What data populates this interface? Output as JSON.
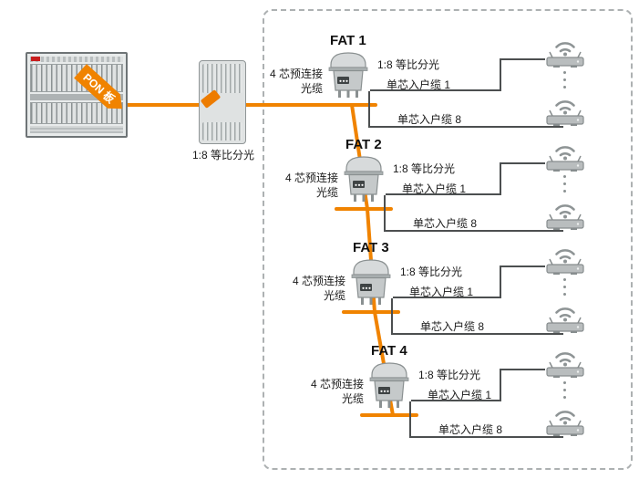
{
  "colors": {
    "accent": "#F08300",
    "line": "#4c4f50",
    "device_gray": "#c5c9ca"
  },
  "icons": {
    "olt": "olt-chassis-icon",
    "pon_flag": "pon-board-flag",
    "splitter": "splitter-cabinet-icon",
    "fat": "fat-terminal-icon",
    "router": "wifi-router-icon",
    "ellipsis": "vertical-ellipsis-dots"
  },
  "olt": {
    "pon_board_label": "PON 板"
  },
  "splitter": {
    "label": "1:8 等比分光"
  },
  "fat_groups": [
    {
      "title": "FAT 1",
      "feeder_label": "4 芯预连接光缆",
      "split_label": "1:8 等比分光",
      "drop_top_label": "单芯入户缆 1",
      "drop_bottom_label": "单芯入户缆 8"
    },
    {
      "title": "FAT 2",
      "feeder_label": "4 芯预连接光缆",
      "split_label": "1:8 等比分光",
      "drop_top_label": "单芯入户缆 1",
      "drop_bottom_label": "单芯入户缆 8"
    },
    {
      "title": "FAT 3",
      "feeder_label": "4 芯预连接光缆",
      "split_label": "1:8 等比分光",
      "drop_top_label": "单芯入户缆 1",
      "drop_bottom_label": "单芯入户缆 8"
    },
    {
      "title": "FAT 4",
      "feeder_label": "4 芯预连接光缆",
      "split_label": "1:8 等比分光",
      "drop_top_label": "单芯入户缆 1",
      "drop_bottom_label": "单芯入户缆 8"
    }
  ]
}
